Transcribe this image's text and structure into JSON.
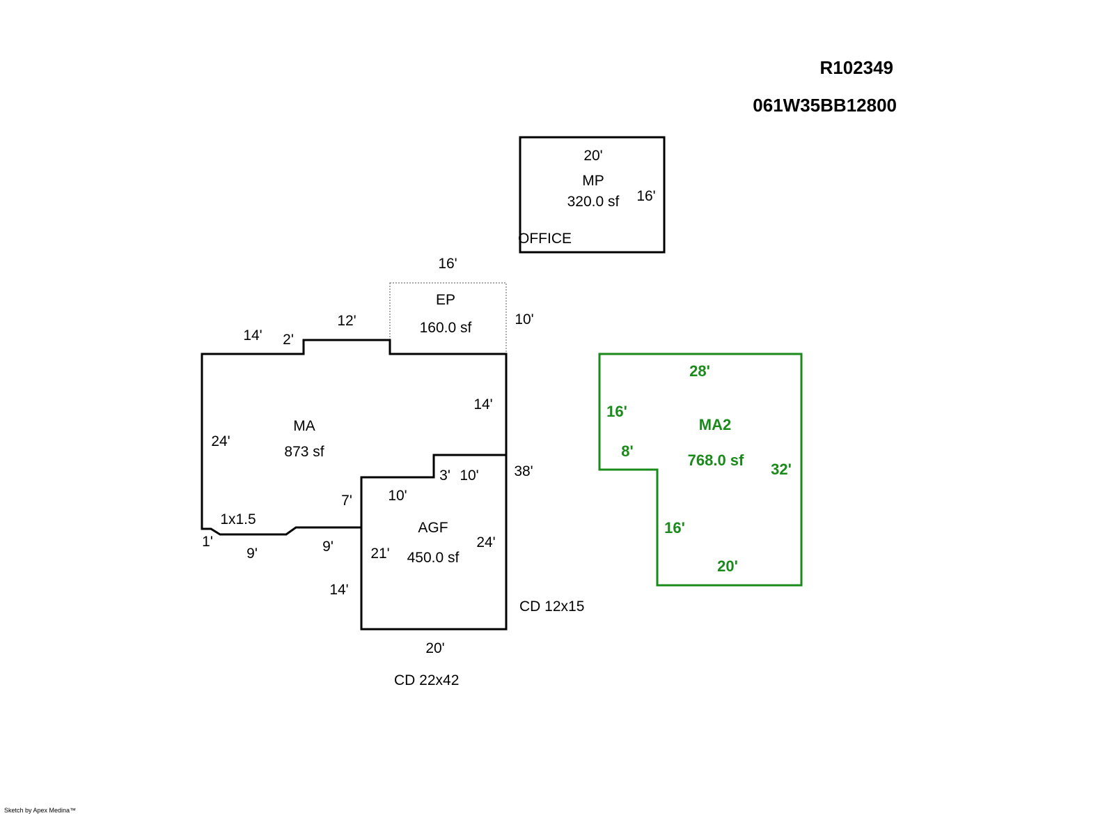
{
  "header": {
    "parcel_id": "R102349",
    "map_number": "061W35BB12800"
  },
  "colors": {
    "line": "#000000",
    "ma2": "#1a8a1a"
  },
  "mp": {
    "code": "MP",
    "area": "320.0 sf",
    "note": "OFFICE",
    "dim_top": "20'",
    "dim_right": "16'"
  },
  "ep": {
    "code": "EP",
    "area": "160.0 sf",
    "dim_top": "16'",
    "dim_right": "10'"
  },
  "ma": {
    "code": "MA",
    "area": "873 sf",
    "dims": {
      "top_left": "14'",
      "step_up": "2'",
      "top_mid": "12'",
      "right_upper": "14'",
      "left": "24'",
      "right_total": "38'",
      "notch_depth": "3'",
      "notch_width": "10'",
      "inner_vertical": "7'",
      "bay": "1x1.5",
      "corner": "1'",
      "bottom_left": "9'",
      "bottom_right": "9'"
    }
  },
  "agf": {
    "code": "AGF",
    "area": "450.0 sf",
    "dims": {
      "top": "10'",
      "left": "21'",
      "right": "24'",
      "left_lower": "14'",
      "bottom": "20'"
    }
  },
  "ma2": {
    "code": "MA2",
    "area": "768.0 sf",
    "dims": {
      "top": "28'",
      "left": "16'",
      "step": "8'",
      "right": "32'",
      "inner_left": "16'",
      "bottom": "20'"
    }
  },
  "decks": {
    "deck_1": "CD 12x15",
    "deck_2": "CD  22x42"
  },
  "credit": "Sketch by Apex Medina™"
}
